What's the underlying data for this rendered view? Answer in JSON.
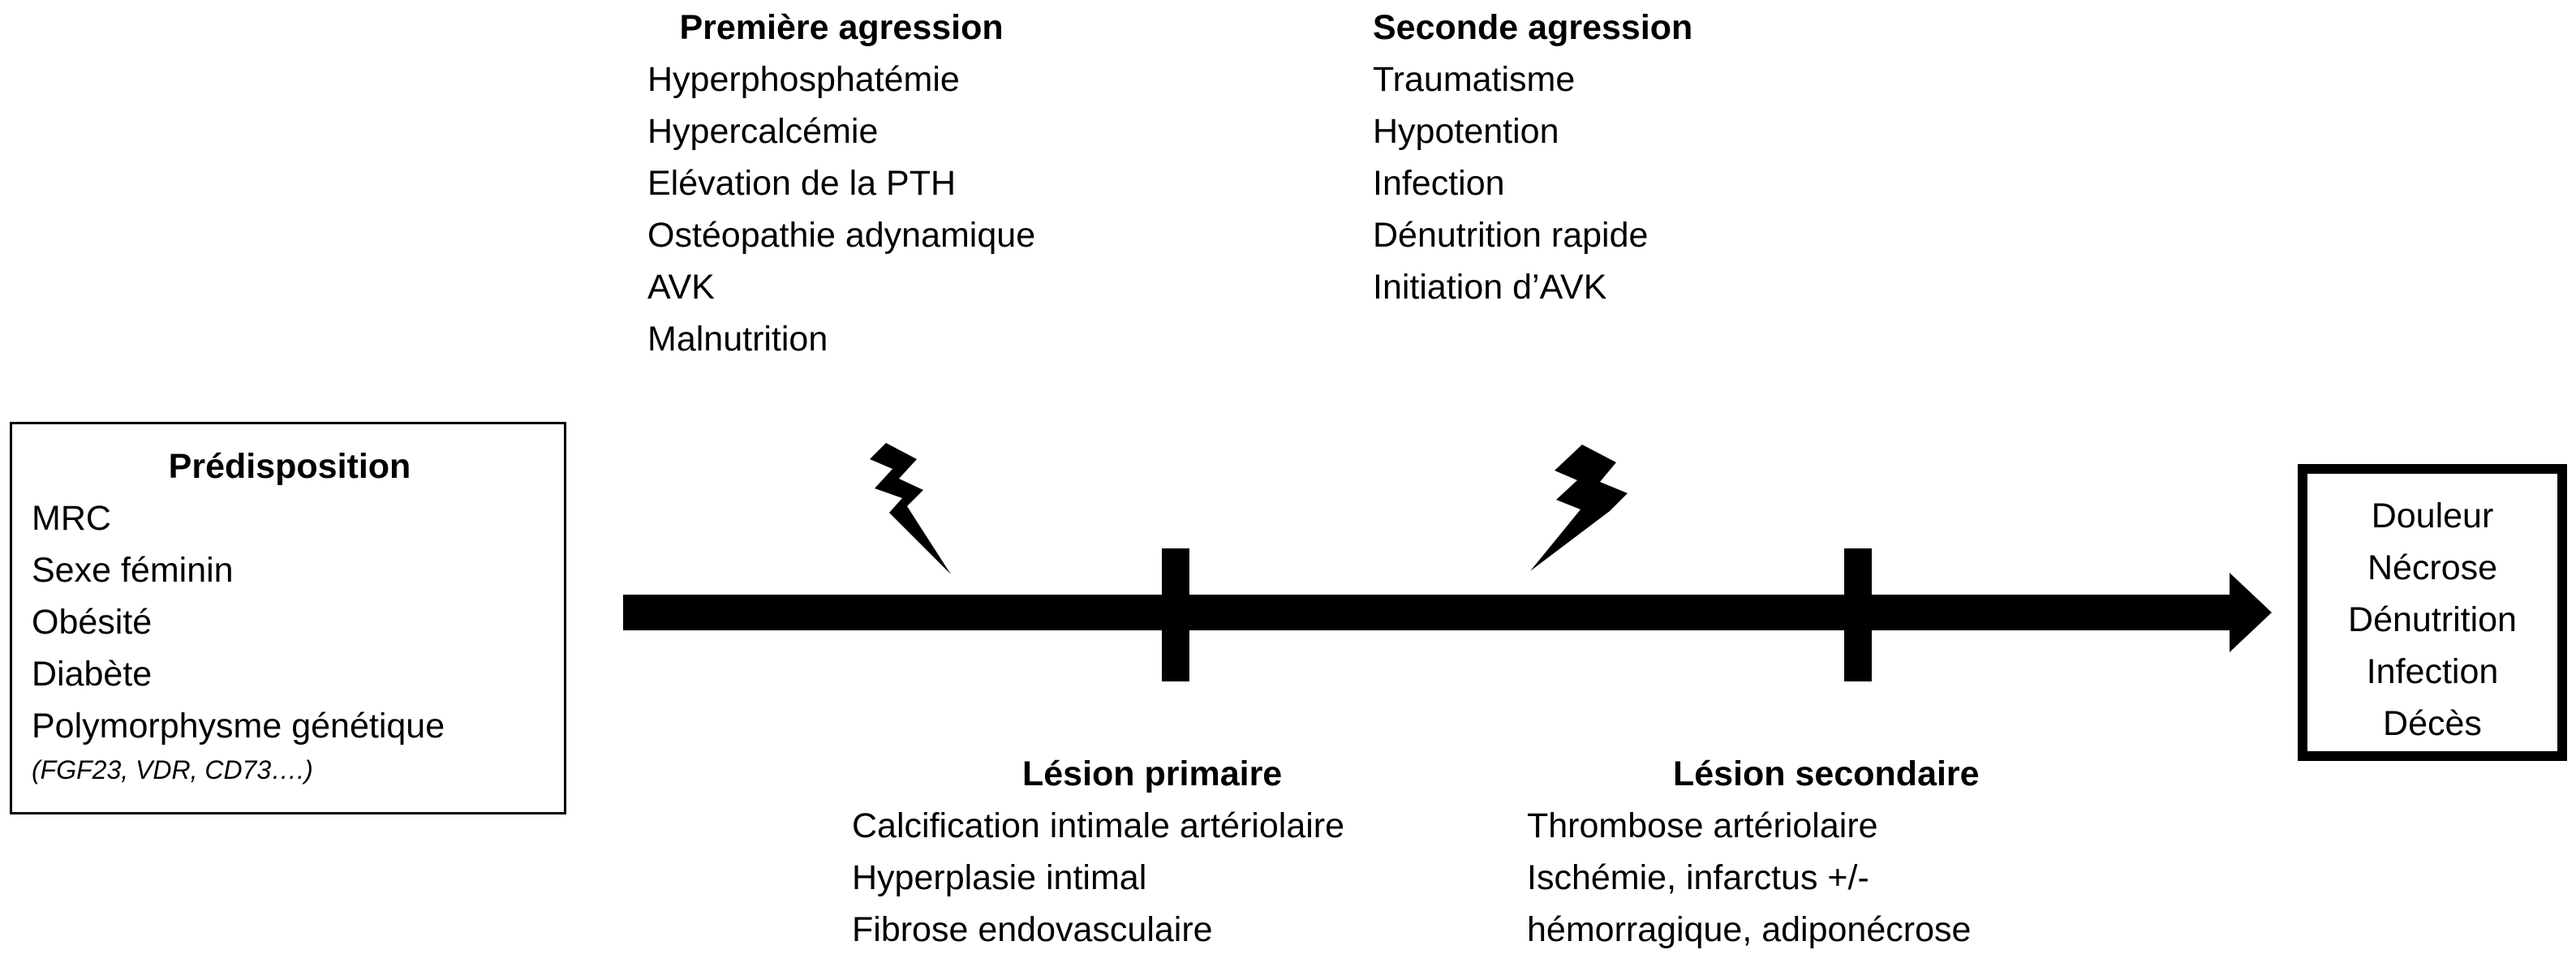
{
  "predisposition": {
    "title": "Prédisposition",
    "items": [
      "MRC",
      "Sexe féminin",
      "Obésité",
      "Diabète",
      "Polymorphysme génétique"
    ],
    "note": "(FGF23, VDR, CD73….)"
  },
  "first_aggression": {
    "title": "Première agression",
    "items": [
      "Hyperphosphatémie",
      "Hypercalcémie",
      "Elévation de la PTH",
      "Ostéopathie adynamique",
      "AVK",
      "Malnutrition"
    ]
  },
  "second_aggression": {
    "title": "Seconde agression",
    "items": [
      "Traumatisme",
      "Hypotention",
      "Infection",
      "Dénutrition rapide",
      "Initiation d’AVK"
    ]
  },
  "primary_lesion": {
    "title": "Lésion primaire",
    "items": [
      "Calcification intimale artériolaire",
      "Hyperplasie intimal",
      "Fibrose endovasculaire"
    ]
  },
  "secondary_lesion": {
    "title": "Lésion secondaire",
    "items": [
      "Thrombose artériolaire",
      "Ischémie, infarctus +/-",
      "hémorragique, adiponécrose"
    ]
  },
  "outcomes": {
    "items": [
      "Douleur",
      "Nécrose",
      "Dénutrition",
      "Infection",
      "Décès"
    ]
  }
}
